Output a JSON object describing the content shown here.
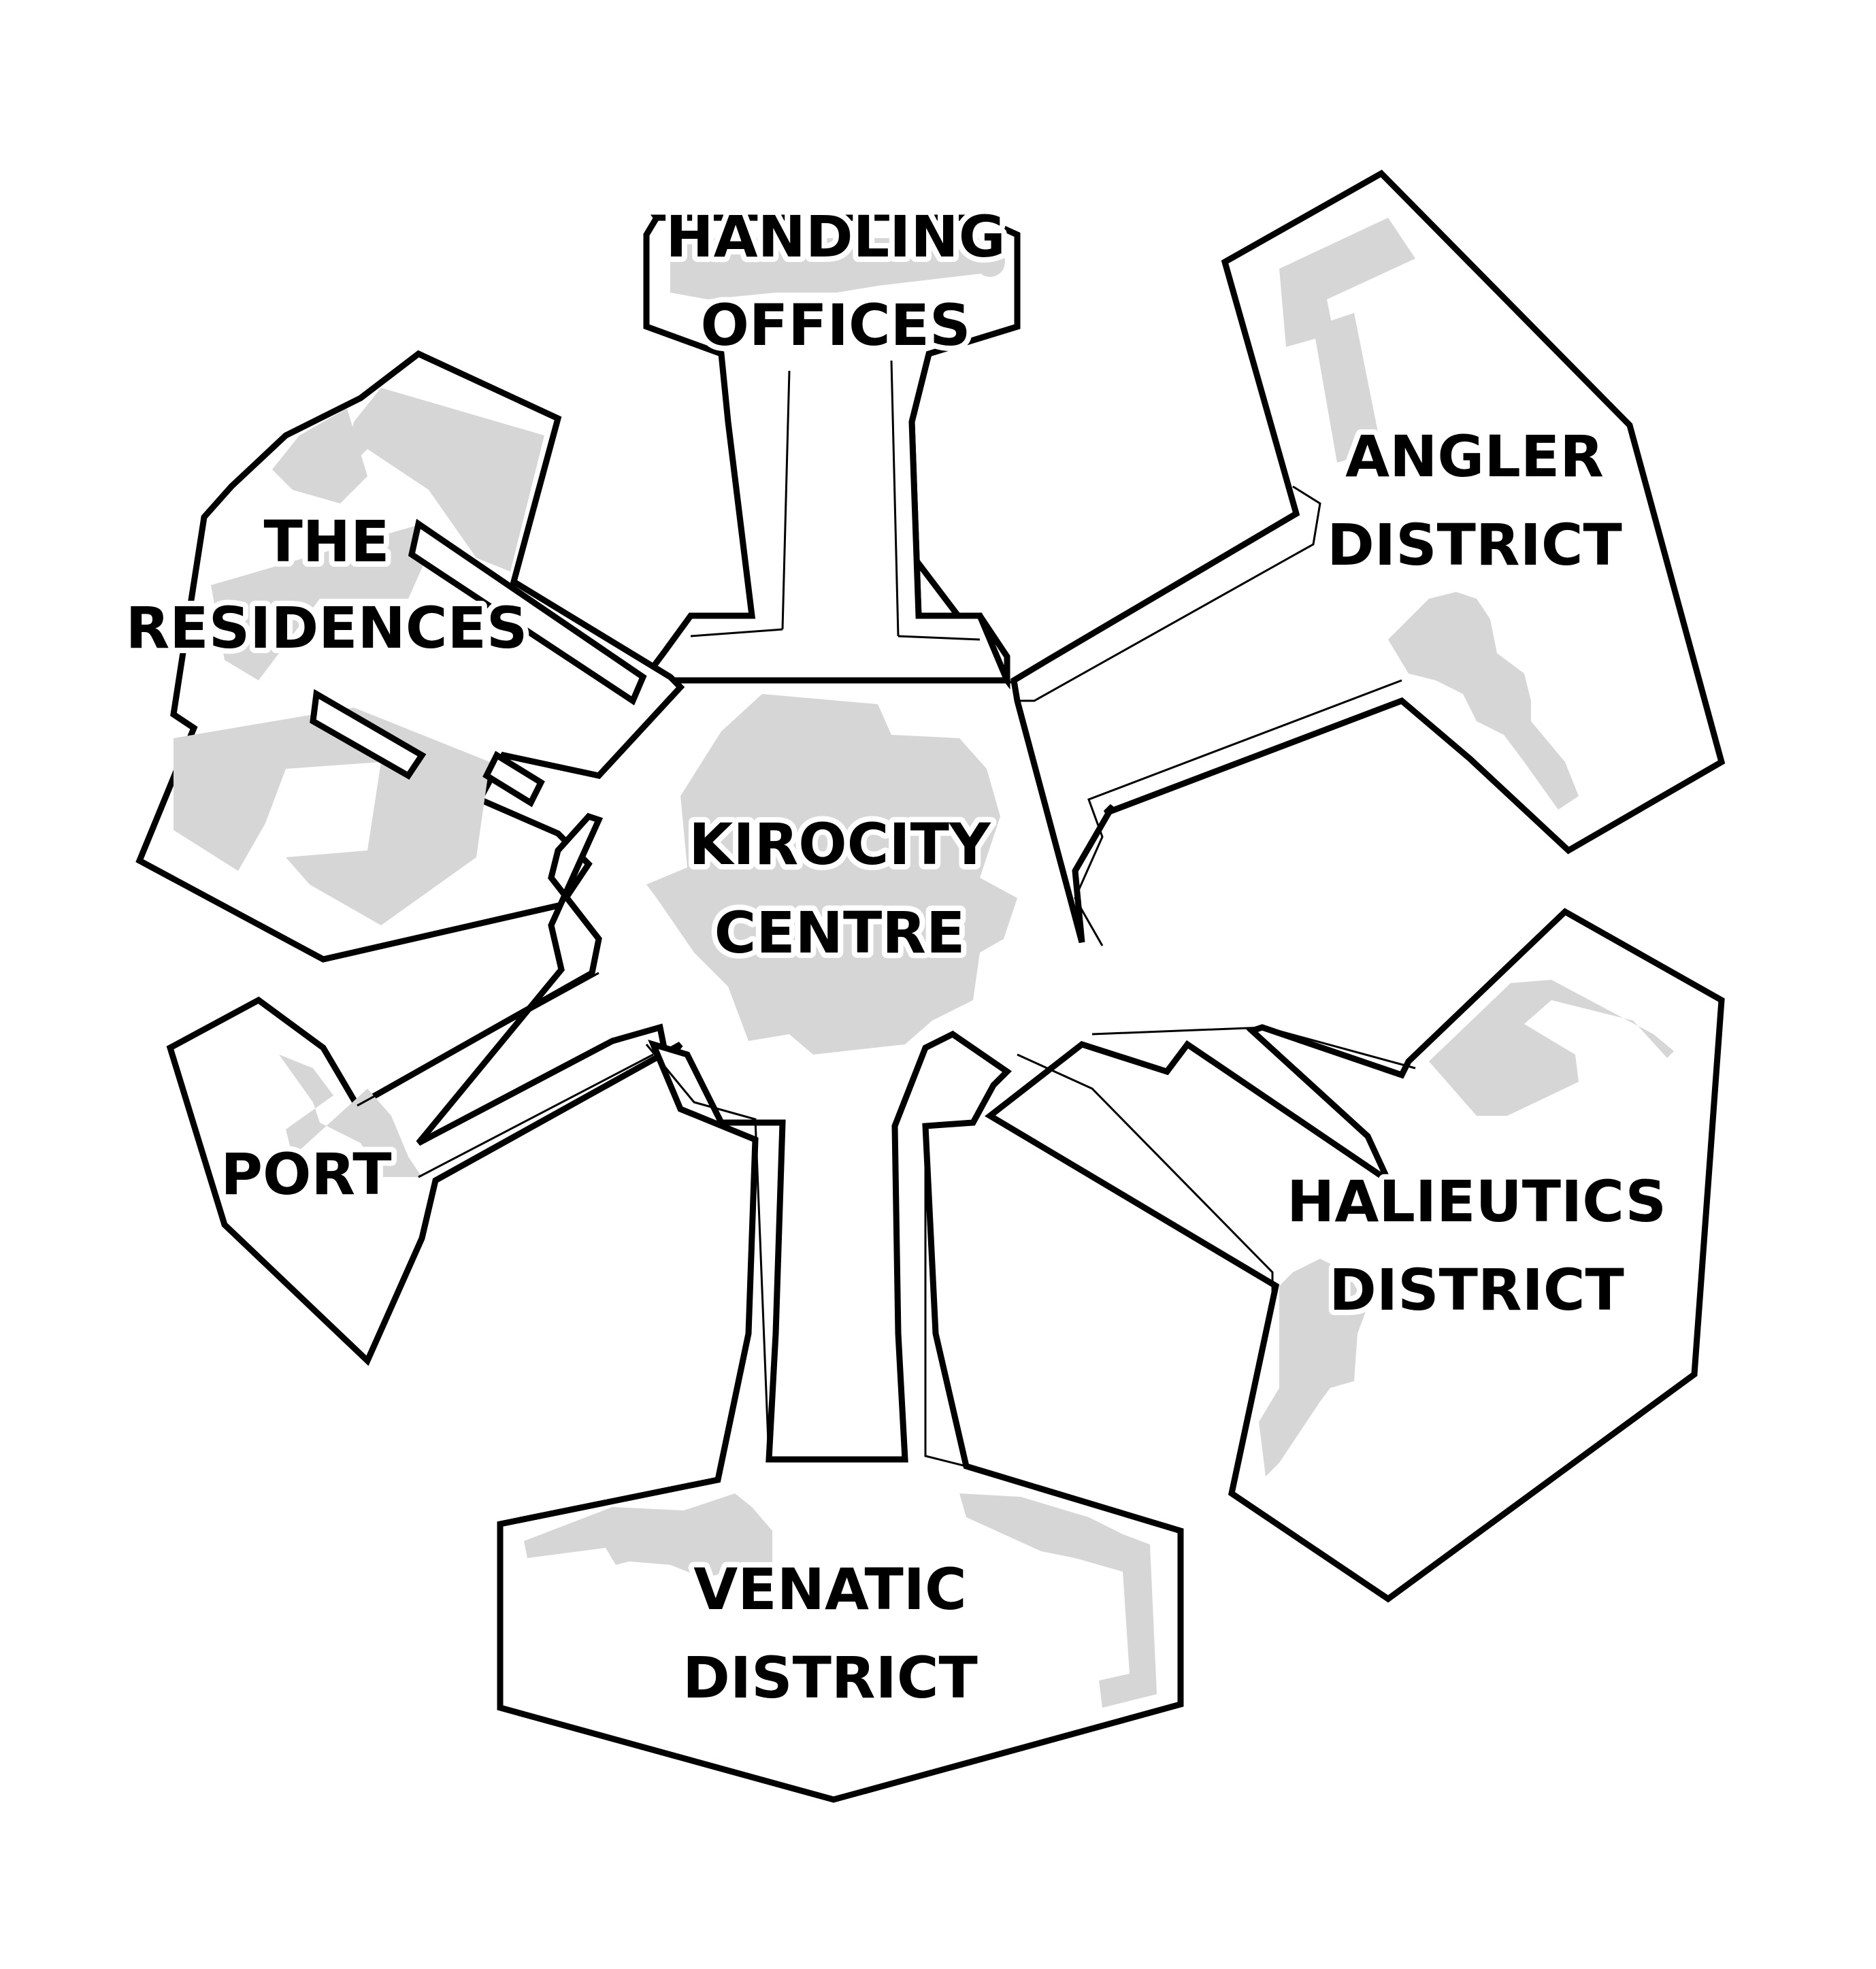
{
  "map": {
    "colors": {
      "outline": "#000000",
      "building": "#d6d6d6",
      "background": "#ffffff"
    },
    "districts": [
      {
        "id": "handling",
        "lines": [
          "HANDLING",
          "OFFICES"
        ]
      },
      {
        "id": "angler",
        "lines": [
          "ANGLER",
          "DISTRICT"
        ]
      },
      {
        "id": "residences",
        "lines": [
          "THE",
          "RESIDENCES"
        ]
      },
      {
        "id": "centre",
        "lines": [
          "KIROCITY",
          "CENTRE"
        ]
      },
      {
        "id": "port",
        "lines": [
          "PORT"
        ]
      },
      {
        "id": "halieutics",
        "lines": [
          "HALIEUTICS",
          "DISTRICT"
        ]
      },
      {
        "id": "venatic",
        "lines": [
          "VENATIC",
          "DISTRICT"
        ]
      }
    ]
  }
}
